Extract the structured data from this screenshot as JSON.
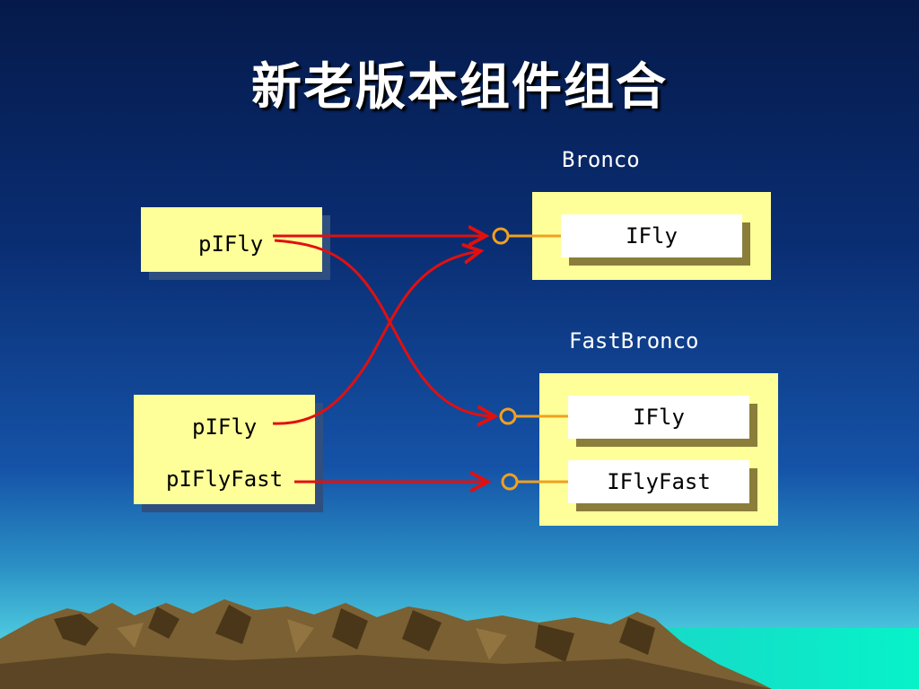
{
  "slide": {
    "title": "新老版本组件组合",
    "colors": {
      "background_top": "#051a4a",
      "background_mid": "#0e3a8a",
      "client_fill": "#ffff99",
      "interface_fill": "#ffffff",
      "arrow": "#e01010",
      "lollipop": "#f0a020"
    }
  },
  "clients": [
    {
      "pointers": [
        "pIFly"
      ]
    },
    {
      "pointers": [
        "pIFly",
        "pIFlyFast"
      ]
    }
  ],
  "components": [
    {
      "name": "Bronco",
      "interfaces": [
        "IFly"
      ]
    },
    {
      "name": "FastBronco",
      "interfaces": [
        "IFly",
        "IFlyFast"
      ]
    }
  ]
}
